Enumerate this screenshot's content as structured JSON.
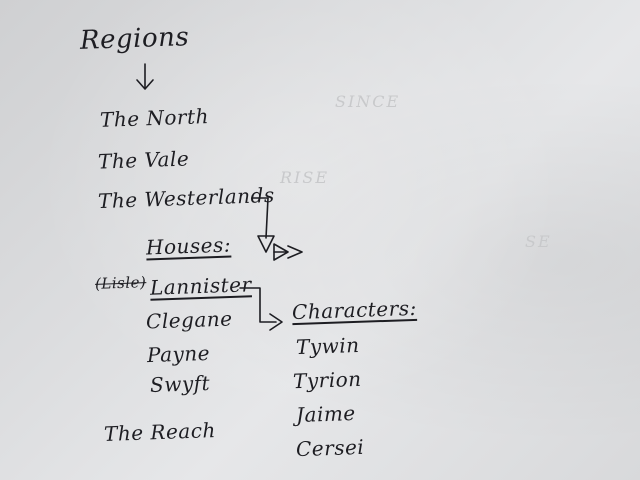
{
  "notes": {
    "regions_heading": "Regions",
    "regions": [
      "The North",
      "The Vale",
      "The Westerlands",
      "The Reach"
    ],
    "houses_heading": "Houses:",
    "houses_label_crossed": "(Lisle)",
    "houses": [
      "Lannister",
      "Clegane",
      "Payne",
      "Swyft"
    ],
    "characters_heading": "Characters:",
    "characters": [
      "Tywin",
      "Tyrion",
      "Jaime",
      "Cersei"
    ],
    "bleed_through": [
      "SINCE",
      "RISE",
      "SE"
    ]
  }
}
